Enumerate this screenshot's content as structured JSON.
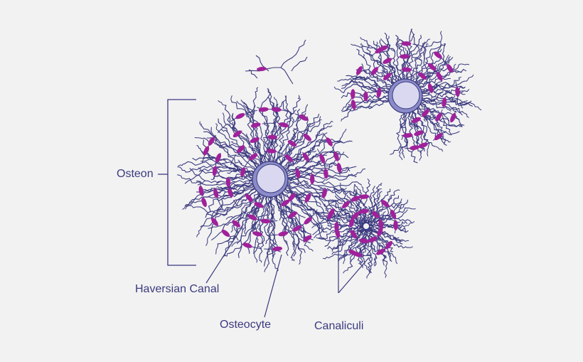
{
  "labels": {
    "osteon": "Osteon",
    "haversian_canal": "Haversian Canal",
    "osteocyte": "Osteocyte",
    "canaliculi": "Canaliculi"
  },
  "colors": {
    "background": "#f2f2f2",
    "canaliculi_line": "#3b3a7f",
    "osteocyte": "#a0219a",
    "canal_fill": "#d9d8f0",
    "canal_ring": "#8b8bc9",
    "label_text": "#3b3a7f"
  }
}
